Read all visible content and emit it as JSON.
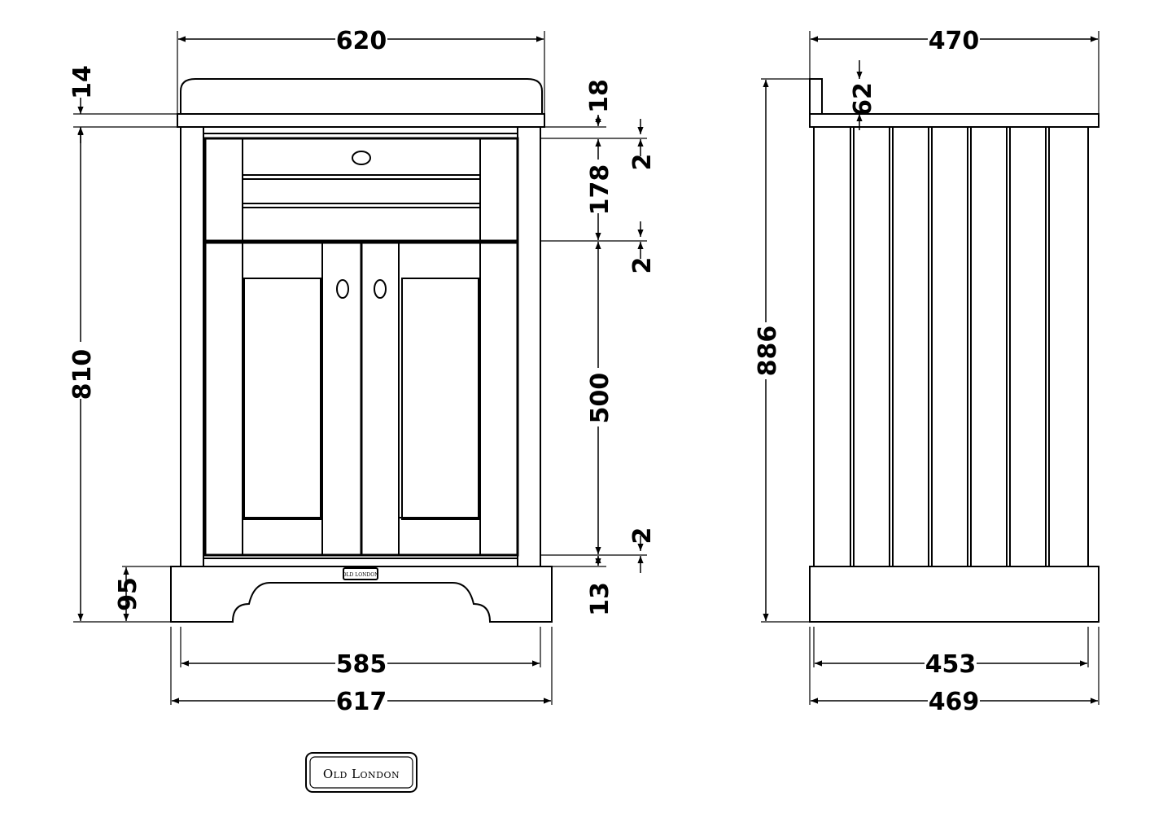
{
  "front_view": {
    "overall_top_width": "620",
    "top_lip": "14",
    "top_thickness": "18",
    "carcass_height": "810",
    "plinth_height": "95",
    "gap_1": "2",
    "drawer_height": "178",
    "gap_2": "2",
    "door_height": "500",
    "gap_3": "2",
    "bottom_gap": "13",
    "inner_width": "585",
    "plinth_width": "617",
    "badge_text": "OLD LONDON"
  },
  "side_view": {
    "overall_depth_top": "470",
    "upstand_height": "62",
    "overall_height": "886",
    "inner_depth": "453",
    "plinth_depth": "469"
  },
  "logo": {
    "text": "Old London"
  }
}
